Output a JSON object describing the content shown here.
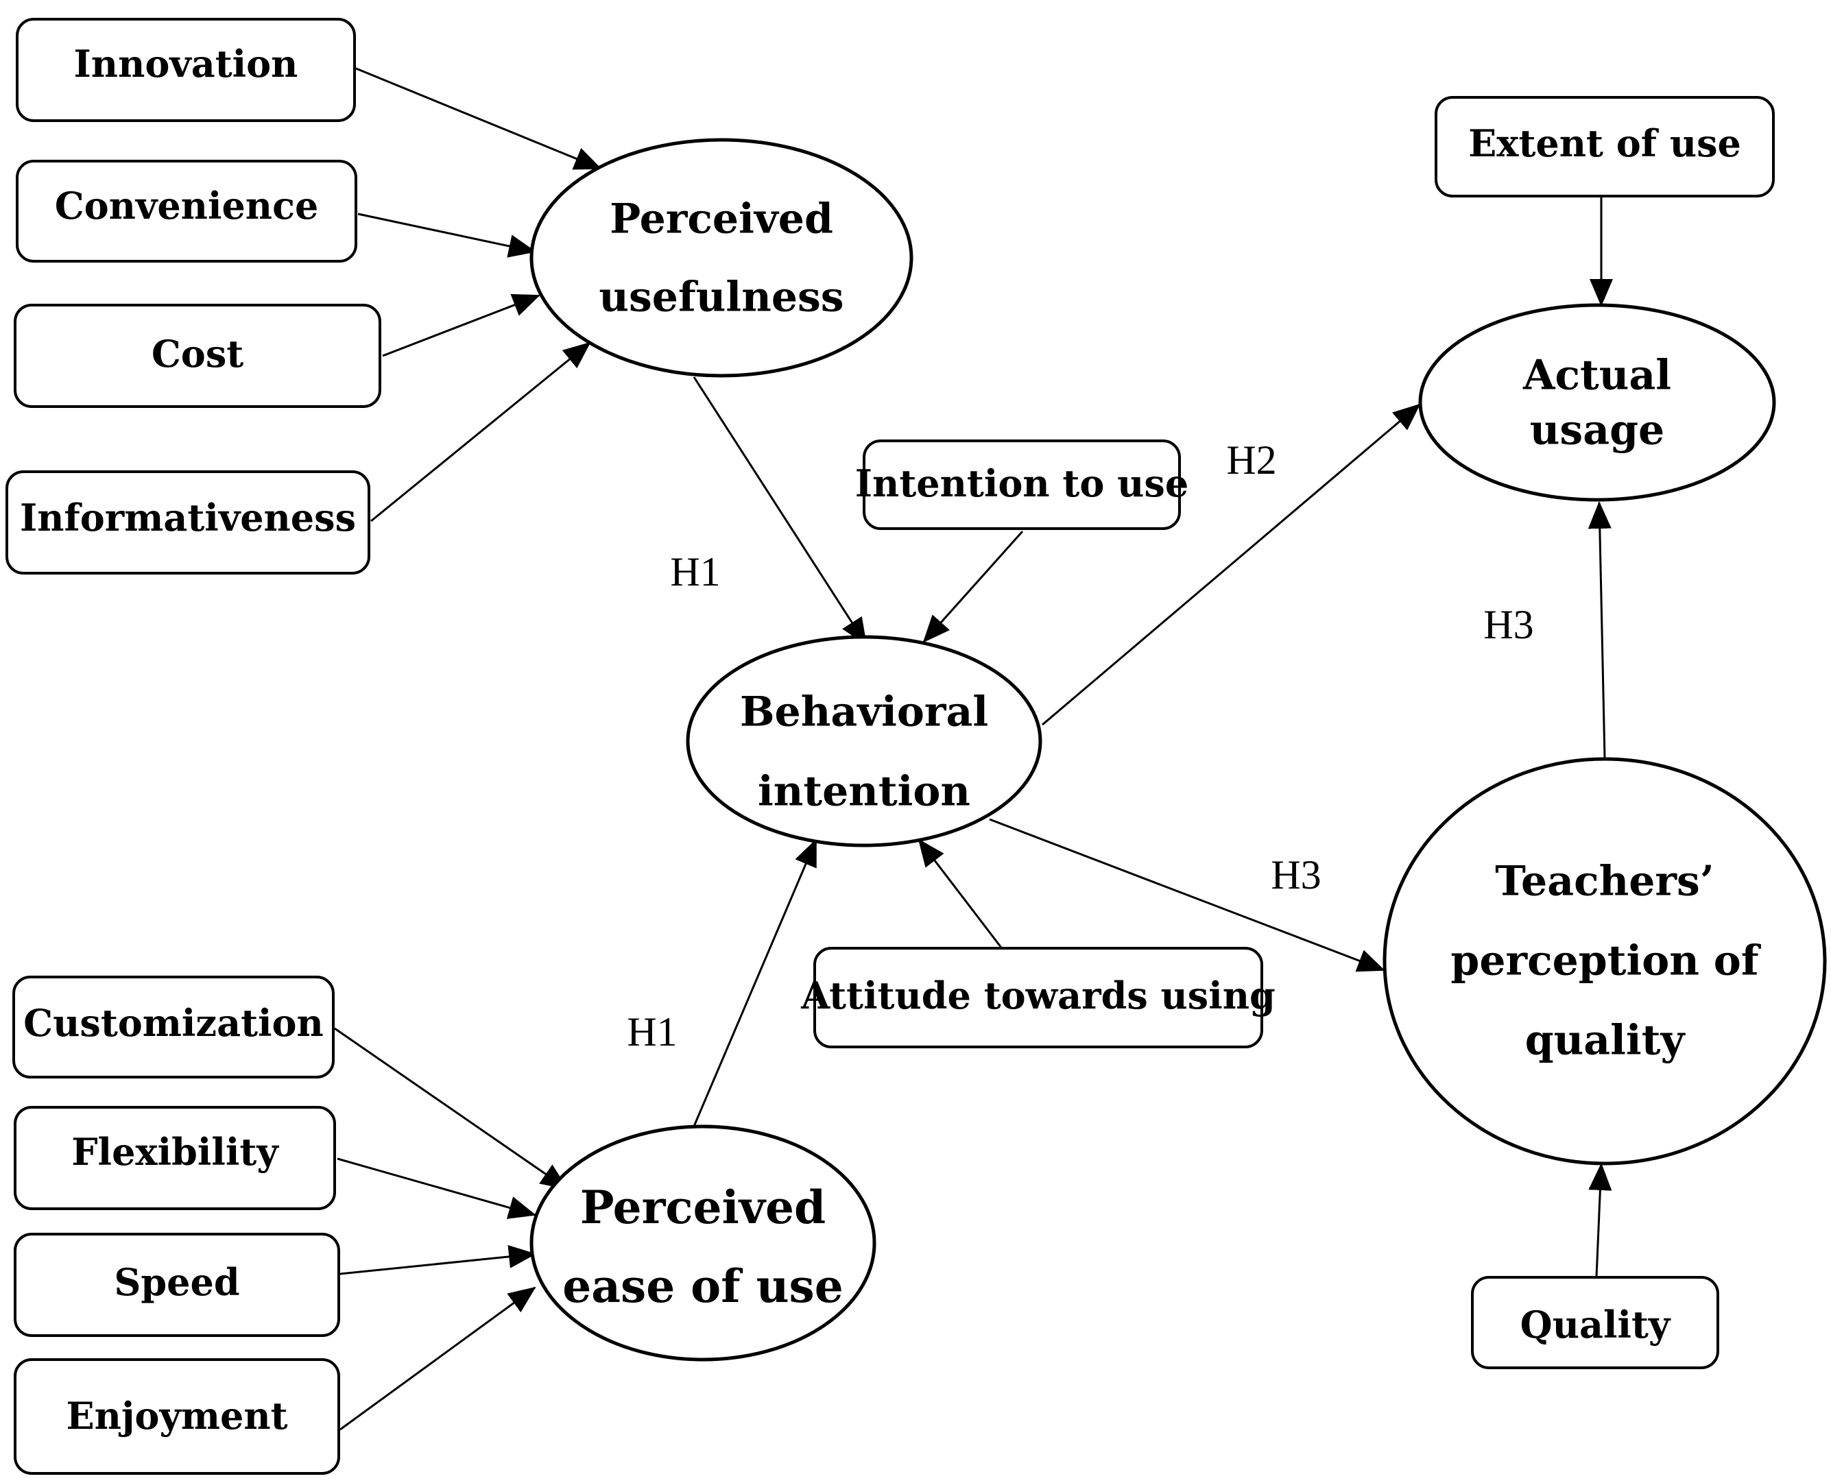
{
  "boxes": {
    "innovation": "Innovation",
    "convenience": "Convenience",
    "cost": "Cost",
    "informativeness": "Informativeness",
    "customization": "Customization",
    "flexibility": "Flexibility",
    "speed": "Speed",
    "enjoyment": "Enjoyment",
    "intention_to_use": "Intention to use",
    "attitude_towards_using": "Attitude towards using",
    "extent_of_use": "Extent of use",
    "quality": "Quality"
  },
  "nodes": {
    "perceived_usefulness": {
      "line1": "Perceived",
      "line2": "usefulness"
    },
    "perceived_ease_of_use": {
      "line1": "Perceived",
      "line2": "ease of use"
    },
    "behavioral_intention": {
      "line1": "Behavioral",
      "line2": "intention"
    },
    "actual_usage": {
      "line1": "Actual",
      "line2": "usage"
    },
    "teachers_perception": {
      "line1": "Teachers’",
      "line2": "perception of",
      "line3": "quality"
    }
  },
  "hypotheses": {
    "h1_usefulness": "H1",
    "h1_ease": "H1",
    "h2": "H2",
    "h3_intention": "H3",
    "h3_quality": "H3"
  },
  "edges": [
    {
      "from": "innovation",
      "to": "perceived_usefulness"
    },
    {
      "from": "convenience",
      "to": "perceived_usefulness"
    },
    {
      "from": "cost",
      "to": "perceived_usefulness"
    },
    {
      "from": "informativeness",
      "to": "perceived_usefulness"
    },
    {
      "from": "customization",
      "to": "perceived_ease_of_use"
    },
    {
      "from": "flexibility",
      "to": "perceived_ease_of_use"
    },
    {
      "from": "speed",
      "to": "perceived_ease_of_use"
    },
    {
      "from": "enjoyment",
      "to": "perceived_ease_of_use"
    },
    {
      "from": "perceived_usefulness",
      "to": "behavioral_intention"
    },
    {
      "from": "intention_to_use",
      "to": "behavioral_intention"
    },
    {
      "from": "perceived_ease_of_use",
      "to": "behavioral_intention"
    },
    {
      "from": "attitude_towards_using",
      "to": "behavioral_intention"
    },
    {
      "from": "behavioral_intention",
      "to": "actual_usage"
    },
    {
      "from": "behavioral_intention",
      "to": "teachers_perception"
    },
    {
      "from": "extent_of_use",
      "to": "actual_usage"
    },
    {
      "from": "teachers_perception",
      "to": "actual_usage"
    },
    {
      "from": "quality",
      "to": "teachers_perception"
    }
  ]
}
